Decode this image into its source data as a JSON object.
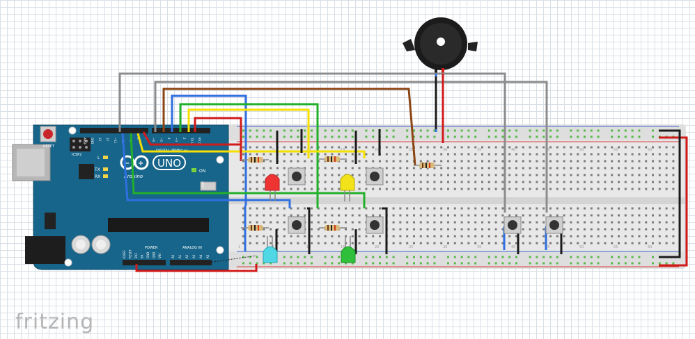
{
  "app": {
    "watermark": "fritzing"
  },
  "arduino": {
    "reset_label": "RESET",
    "icsp_label": "ICSP2",
    "board_name": "UNO",
    "brand": "Arduino",
    "digital_label": "DIGITAL (PWM=~)",
    "power_label": "POWER",
    "analog_label": "ANALOG IN",
    "on_label": "ON",
    "l_label": "L",
    "tx_label": "TX",
    "rx_label": "RX",
    "top_pins": [
      "AREF",
      "GND",
      "13",
      "12",
      "~11",
      "~10",
      "~9",
      "8",
      "7",
      "~6",
      "~5",
      "4",
      "~3",
      "2",
      "TX 1",
      "RX 0"
    ],
    "power_pins": [
      "IOREF",
      "RESET",
      "3V3",
      "5V",
      "GND",
      "GND",
      "VIN"
    ],
    "analog_pins": [
      "A0",
      "A1",
      "A2",
      "A3",
      "A4",
      "A5"
    ],
    "icsp_side": "ICSP"
  },
  "breadboard": {
    "column_marks": [
      "1",
      "5",
      "10",
      "15",
      "20",
      "25",
      "30",
      "35",
      "40",
      "45",
      "50",
      "55",
      "60"
    ]
  },
  "components": [
    {
      "name": "led-red",
      "color": "#ee3333"
    },
    {
      "name": "led-yellow",
      "color": "#f2e21a"
    },
    {
      "name": "led-cyan",
      "color": "#4fd7e6"
    },
    {
      "name": "led-green",
      "color": "#2fbf3a"
    }
  ],
  "colors": {
    "board": "#17658a",
    "breadboard": "#e9e9e9",
    "wire_gray": "#8c8c8c",
    "wire_brown": "#8b4513",
    "wire_blue": "#2f6fe0",
    "wire_green": "#22b02a",
    "wire_yellow": "#f5e000",
    "wire_red": "#d11a1a",
    "wire_black": "#1a1a1a"
  }
}
